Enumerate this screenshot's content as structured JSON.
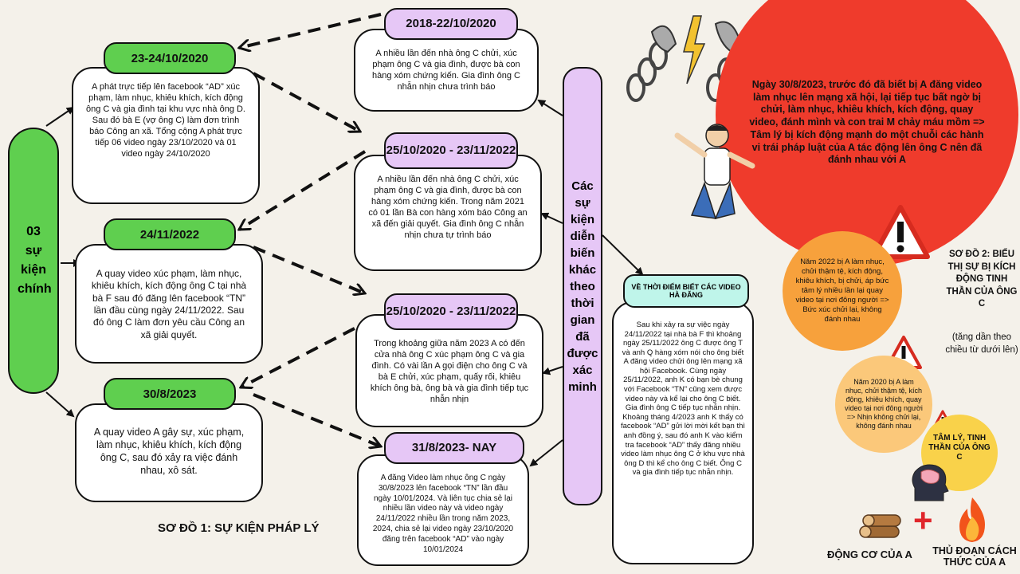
{
  "main_events": {
    "label": "03 sự kiện chính"
  },
  "green_events": [
    {
      "date": "23-24/10/2020",
      "text": "A phát trực tiếp lên facebook “AD” xúc phạm, làm nhục, khiêu khích, kích động ông C và gia đình tại khu vực nhà ông D. Sau đó bà E (vợ ông C) làm đơn trình báo Công an xã. Tổng cộng A phát trực tiếp 06 video ngày 23/10/2020 và 01 video ngày 24/10/2020"
    },
    {
      "date": "24/11/2022",
      "text": "A quay video xúc phạm, làm nhục, khiêu khích, kích động ông C tại nhà bà F sau đó đăng lên facebook “TN” lần đầu cùng ngày 24/11/2022. Sau đó ông C làm đơn yêu cầu Công an xã giải quyết."
    },
    {
      "date": "30/8/2023",
      "text": "A quay video A gây sự, xúc phạm, làm nhục, khiêu khích, kích động ông C, sau đó xảy ra việc đánh nhau, xô sát."
    }
  ],
  "purple_events": [
    {
      "date": "2018-22/10/2020",
      "text": "A nhiều lần đến nhà ông C chửi, xúc phạm ông C và gia đình, được bà con hàng xóm chứng kiến. Gia đình ông C nhẫn nhịn chưa trình báo"
    },
    {
      "date": "25/10/2020 - 23/11/2022",
      "text": "A nhiều lần đến nhà ông C chửi, xúc phạm ông C và gia đình, được bà con hàng xóm chứng kiến. Trong năm 2021 có 01 lần Bà con hàng xóm báo Công an xã đến giải quyết. Gia đình ông C nhẫn nhịn chưa tự trình báo"
    },
    {
      "date": "25/10/2020 - 23/11/2022",
      "text": "Trong khoảng giữa năm 2023 A có đến cửa nhà ông C xúc phạm ông C và gia đình. Có vài lần A gọi điện cho ông C và bà E chửi, xúc phạm, quấy rối, khiêu khích ông bà, ông bà và gia đình tiếp tục nhẫn nhịn"
    },
    {
      "date": "31/8/2023- NAY",
      "text": "A đăng Video làm nhục ông C ngày 30/8/2023 lên facebook “TN” lần đầu ngày 10/01/2024. Và liên tục chia sẻ lại nhiều lần video này và video ngày 24/11/2022 nhiều lần trong năm 2023, 2024, chia sẻ lại video ngày 23/10/2020 đăng trên facebook “AD” vào ngày 10/01/2024"
    }
  ],
  "other_events": {
    "label": "Các sự kiện diễn biến khác theo thời gian đã được xác minh"
  },
  "video_time": {
    "title": "VỀ THỜI ĐIỂM BIẾT CÁC VIDEO HÀ ĐĂNG",
    "text": "Sau khi xảy ra sự việc ngày 24/11/2022 tại nhà bà F thì khoảng ngày 25/11/2022 ông C được ông T và anh Q hàng xóm nói cho ông biết A đăng video chửi ông lên mạng xã hội Facebook. Cùng ngày 25/11/2022, anh K có bạn bè chung với Facebook “TN” cũng xem được video này và kể lại cho ông C biết. Gia đình ông C tiếp tục nhẫn nhịn. Khoảng tháng 4/2023 anh K thấy có facebook “AD” gửi lời mời kết bạn thì anh đồng ý, sau đó anh K vào kiểm tra facebook “AD” thấy đăng nhiều video làm nhục ông C ở khu vực nhà ông D thì kể cho ông C biết. Ông C và gia đình tiếp tục nhẫn nhịn."
  },
  "diagram1_title": "SƠ ĐỒ 1: SỰ KIỆN PHÁP LÝ",
  "diagram2": {
    "title": "SƠ ĐỒ 2: BIỂU THỊ SỰ BỊ KÍCH ĐỘNG TINH THẦN CỦA ÔNG C",
    "note": "(tăng dần theo chiều từ dưới lên)"
  },
  "circles": {
    "red": "Ngày 30/8/2023, trước đó đã biết bị A đăng video làm nhục lên mạng xã hội, lại tiếp tục bất ngờ bị chửi, làm nhục, khiêu khích, kích động, quay video, đánh mình và con trai M chảy máu mồm => Tâm lý bị kích động mạnh do một chuỗi các hành vi trái pháp luật của A tác động lên ông C nên đã đánh nhau với A",
    "orange": "Năm 2022 bị A làm nhục, chửi thậm tệ, kích động, khiêu khích, bị chửi, áp bức tâm lý nhiều lần lại quay video tại nơi đông người => Bức xúc chửi lại, không đánh nhau",
    "lightorange": "Năm 2020 bị A làm nhục, chửi thậm tệ, kích động, khiêu khích, quay video tại nơi đông người => Nhịn không chửi lại, không đánh nhau",
    "yellow": "TÂM LÝ, TINH THẦN CỦA ÔNG C"
  },
  "motive_label": "ĐỘNG CƠ CỦA A",
  "method_label": "THỦ ĐOẠN CÁCH THỨC CỦA A",
  "plus_sign": "+"
}
